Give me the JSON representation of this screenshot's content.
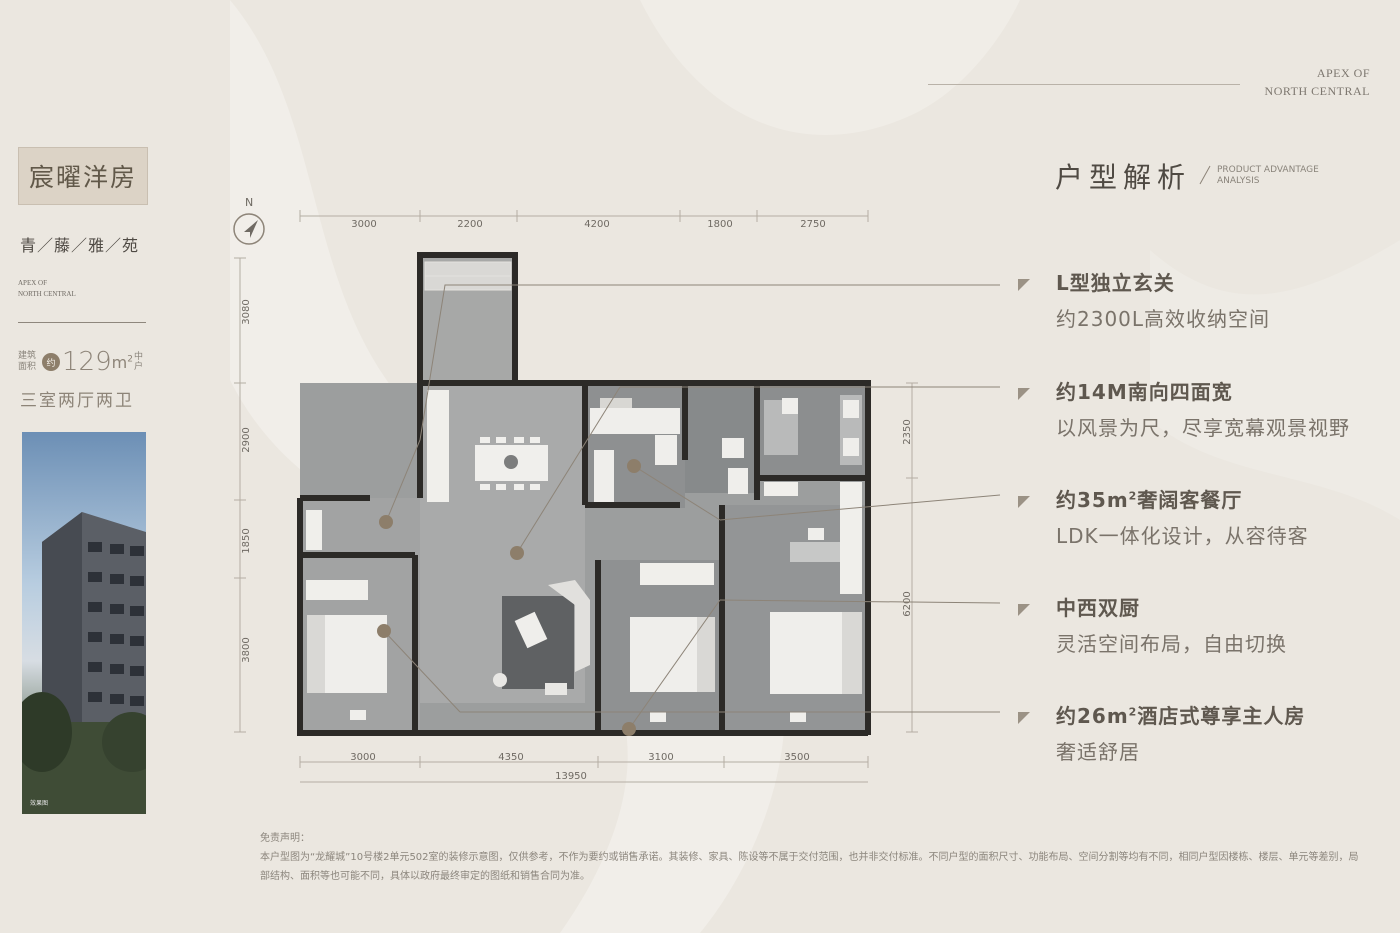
{
  "brand": {
    "en_line1": "APEX OF",
    "en_line2": "NORTH CENTRAL"
  },
  "left": {
    "logo_text": "宸曜洋房",
    "subtitle": "青／藤／雅／苑",
    "en_line1": "APEX OF",
    "en_line2": "NORTH CENTRAL",
    "area_label": "建筑面积",
    "area_prefix": "约",
    "area_value": "129",
    "area_unit": "m",
    "area_sup": "2",
    "area_tail": "中户",
    "rooms": "三室两厅两卫",
    "photo_caption": "效果图"
  },
  "plan": {
    "north": "N",
    "top_dims": [
      "3000",
      "2200",
      "4200",
      "1800",
      "2750"
    ],
    "bottom_dims": [
      "3000",
      "4350",
      "3100",
      "3500"
    ],
    "total": "13950",
    "left_dims": [
      "3080",
      "2900",
      "1850",
      "3800"
    ],
    "right_dims": [
      "2350",
      "6200"
    ]
  },
  "section": {
    "title": "户型解析",
    "en_line1": "PRODUCT ADVANTAGE",
    "en_line2": "ANALYSIS"
  },
  "features": [
    {
      "title": "L型独立玄关",
      "desc": "约2300L高效收纳空间"
    },
    {
      "title": "约14M南向四面宽",
      "desc": "以风景为尺，尽享宽幕观景视野"
    },
    {
      "title_pre": "约35m",
      "title_sup": "2",
      "title_post": "奢阔客餐厅",
      "desc": "LDK一体化设计，从容待客"
    },
    {
      "title": "中西双厨",
      "desc": "灵活空间布局，自由切换"
    },
    {
      "title_pre": "约26m",
      "title_sup": "2",
      "title_post": "酒店式尊享主人房",
      "desc": "奢适舒居"
    }
  ],
  "disclaimer": {
    "heading": "免责声明：",
    "body": "本户型图为“龙耀城”10号楼2单元502室的装修示意图，仅供参考，不作为要约或销售承诺。其装修、家具、陈设等不属于交付范围，也并非交付标准。不同户型的面积尺寸、功能布局、空间分割等均有不同，相同户型因楼栋、楼层、单元等差别，局部结构、面积等也可能不同，具体以政府最终审定的图纸和销售合同为准。"
  },
  "colors": {
    "bg": "#ebe7e0",
    "wall": "#2c2a27",
    "floor": "#9a9c9c",
    "accent": "#8d7e6a"
  }
}
